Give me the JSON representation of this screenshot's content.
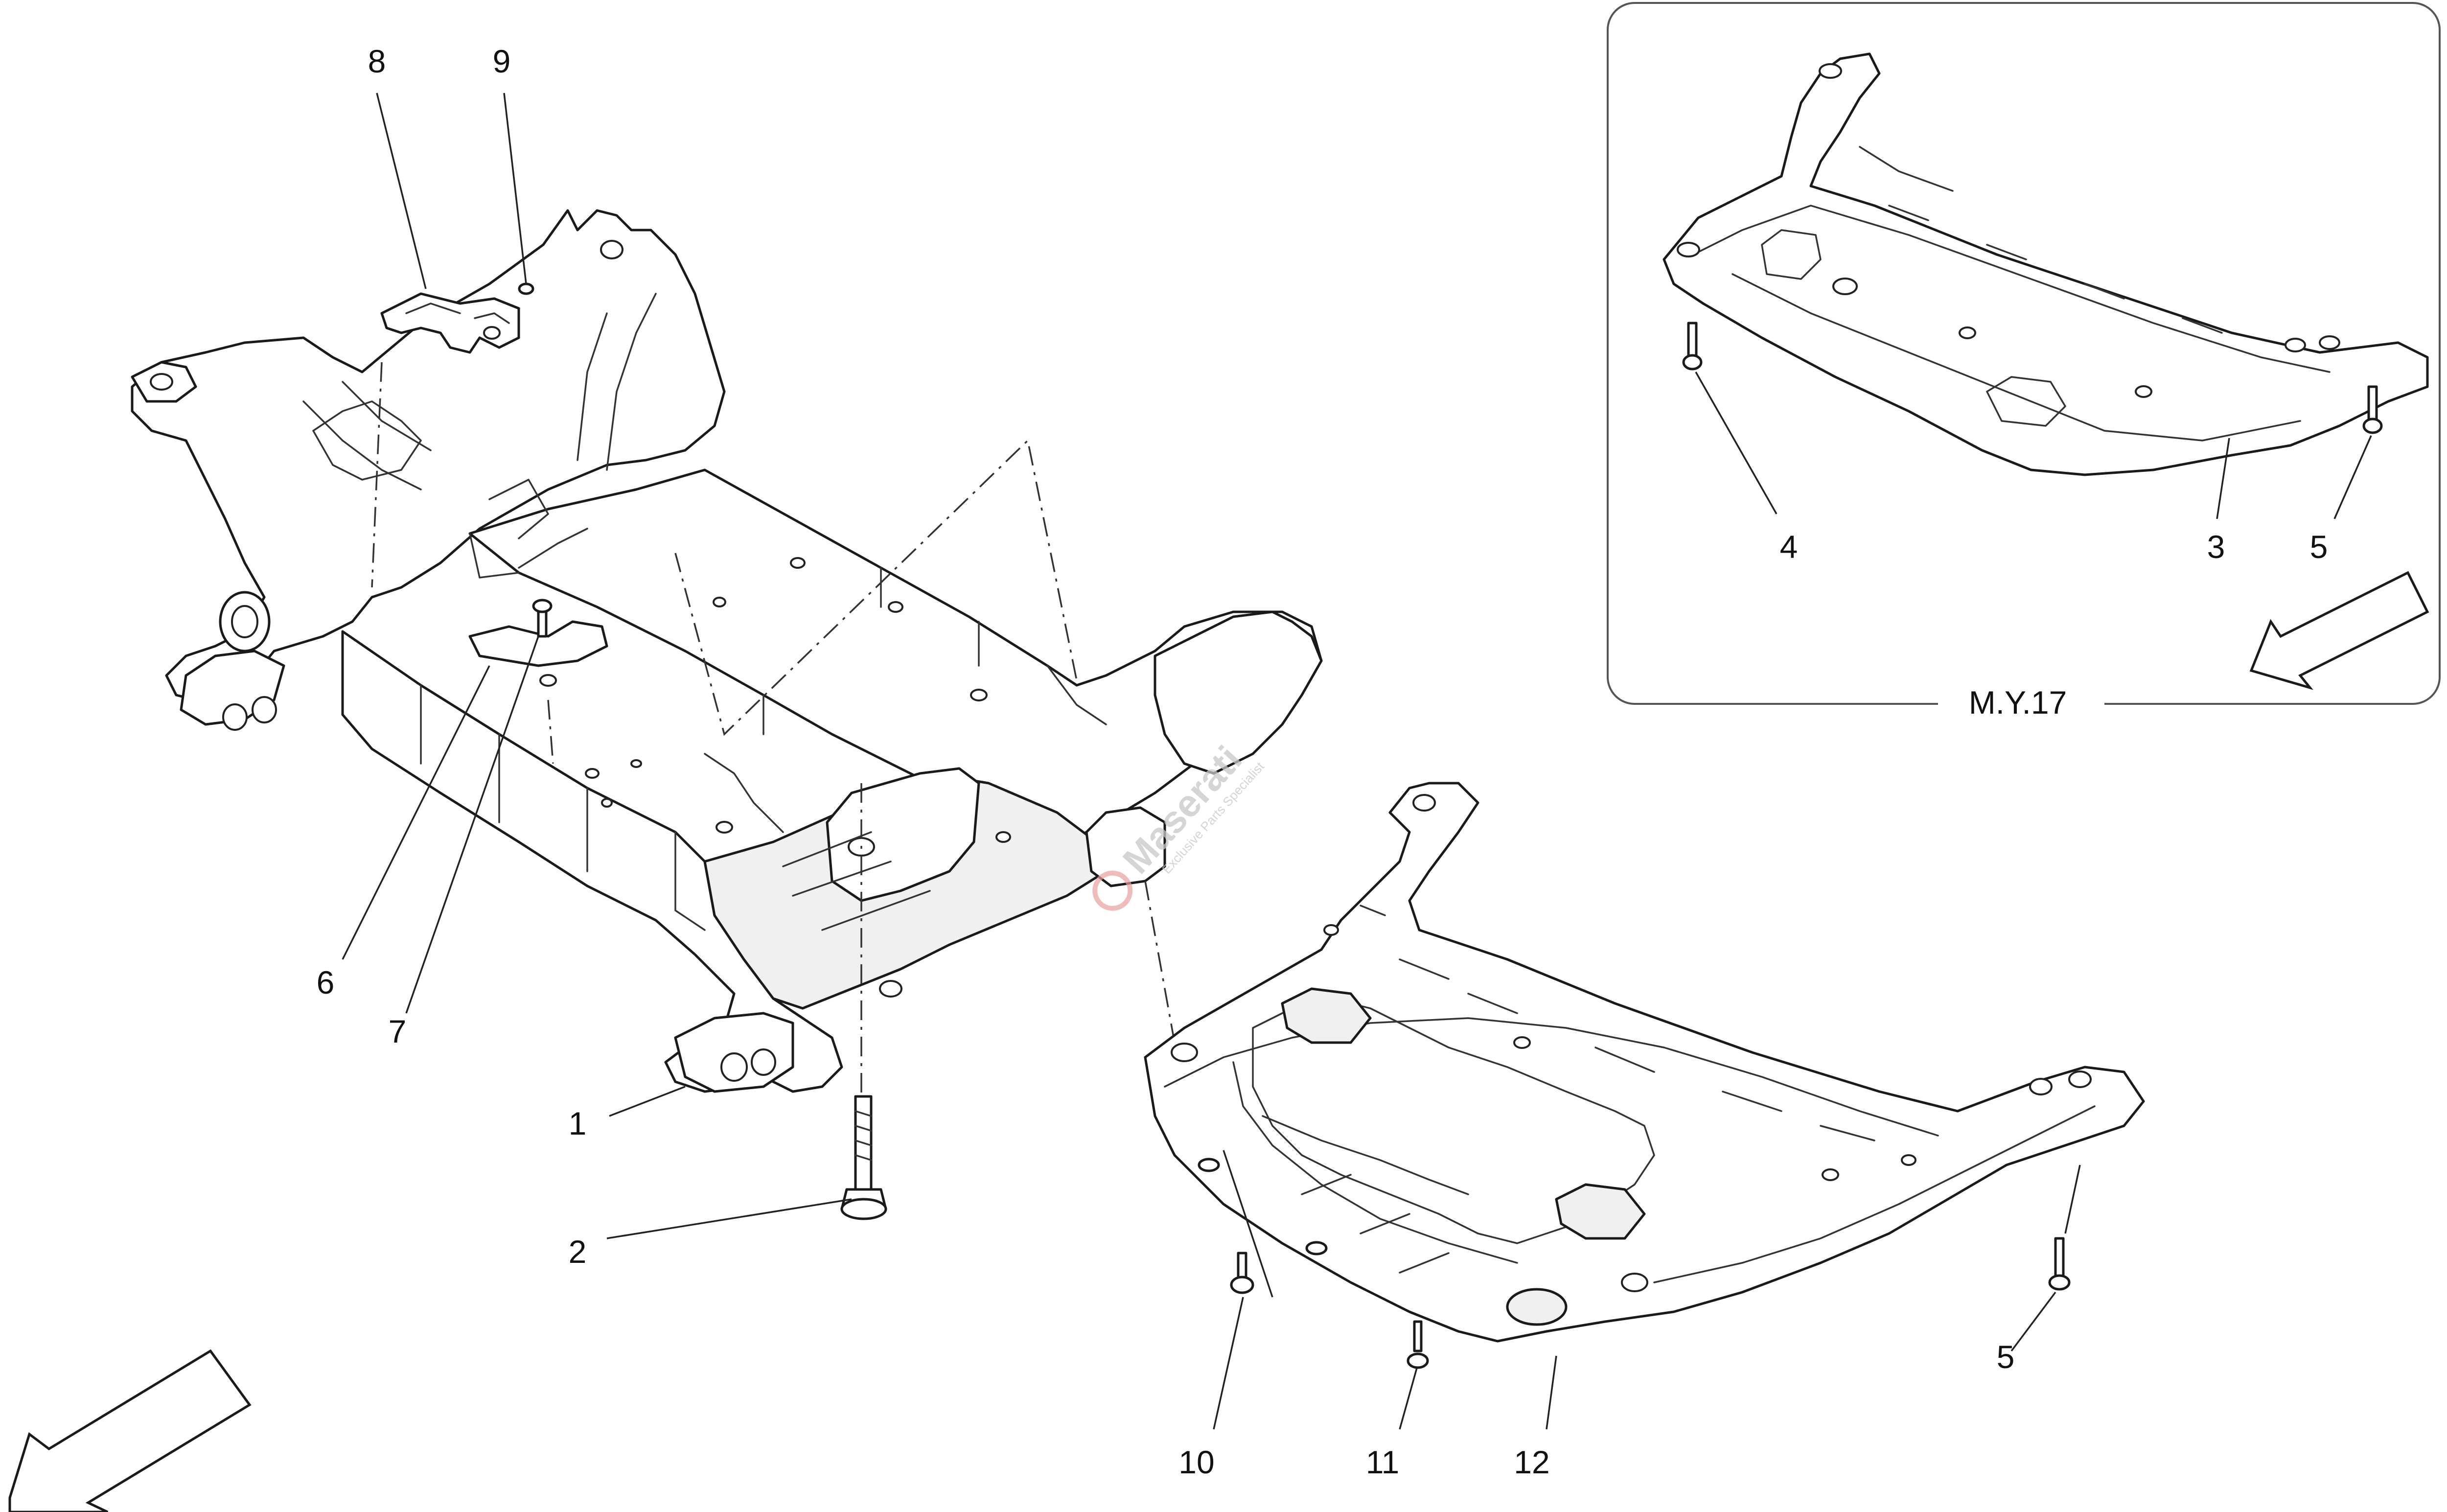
{
  "callouts": {
    "c1": "1",
    "c2": "2",
    "c3": "3",
    "c4": "4",
    "c5a": "5",
    "c5b": "5",
    "c6": "6",
    "c7": "7",
    "c8": "8",
    "c9": "9",
    "c10": "10",
    "c11": "11",
    "c12": "12"
  },
  "inset": {
    "label": "M.Y.17"
  },
  "watermark": {
    "brand": "Maserati",
    "tagline": "Exclusive Parts Specialist"
  },
  "colors": {
    "line": "#1a1a1a",
    "background": "#ffffff",
    "watermark_accent": "#e8a0a0"
  }
}
